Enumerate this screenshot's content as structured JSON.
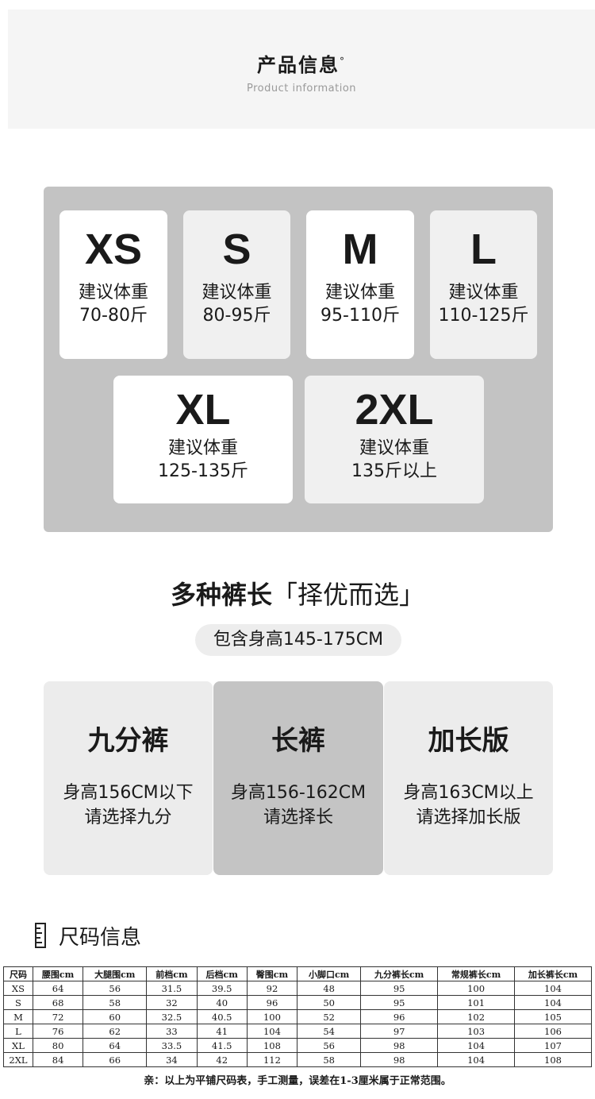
{
  "header": {
    "title": "产品信息",
    "subtitle": "Product information"
  },
  "sizes": [
    {
      "size": "XS",
      "label": "建议体重",
      "weight": "70-80斤"
    },
    {
      "size": "S",
      "label": "建议体重",
      "weight": "80-95斤"
    },
    {
      "size": "M",
      "label": "建议体重",
      "weight": "95-110斤"
    },
    {
      "size": "L",
      "label": "建议体重",
      "weight": "110-125斤"
    },
    {
      "size": "XL",
      "label": "建议体重",
      "weight": "125-135斤"
    },
    {
      "size": "2XL",
      "label": "建议体重",
      "weight": "135斤以上"
    }
  ],
  "lengths": {
    "title_bold": "多种裤长",
    "title_rest": "「择优而选」",
    "height_range": "包含身高145-175CM",
    "options": [
      {
        "name": "九分裤",
        "line1": "身高156CM以下",
        "line2": "请选择九分"
      },
      {
        "name": "长裤",
        "line1": "身高156-162CM",
        "line2": "请选择长"
      },
      {
        "name": "加长版",
        "line1": "身高163CM以上",
        "line2": "请选择加长版"
      }
    ]
  },
  "size_table": {
    "title": "尺码信息",
    "headers": [
      "尺码",
      "腰围cm",
      "大腿围cm",
      "前档cm",
      "后档cm",
      "臀围cm",
      "小脚口cm",
      "九分裤长cm",
      "常规裤长cm",
      "加长裤长cm"
    ],
    "rows": [
      [
        "XS",
        "64",
        "56",
        "31.5",
        "39.5",
        "92",
        "48",
        "95",
        "100",
        "104"
      ],
      [
        "S",
        "68",
        "58",
        "32",
        "40",
        "96",
        "50",
        "95",
        "101",
        "104"
      ],
      [
        "M",
        "72",
        "60",
        "32.5",
        "40.5",
        "100",
        "52",
        "96",
        "102",
        "105"
      ],
      [
        "L",
        "76",
        "62",
        "33",
        "41",
        "104",
        "54",
        "97",
        "103",
        "106"
      ],
      [
        "XL",
        "80",
        "64",
        "33.5",
        "41.5",
        "108",
        "56",
        "98",
        "104",
        "107"
      ],
      [
        "2XL",
        "84",
        "66",
        "34",
        "42",
        "112",
        "58",
        "98",
        "104",
        "108"
      ]
    ],
    "note": "亲：以上为平铺尺码表，手工测量，误差在1-3厘米属于正常范围。"
  }
}
